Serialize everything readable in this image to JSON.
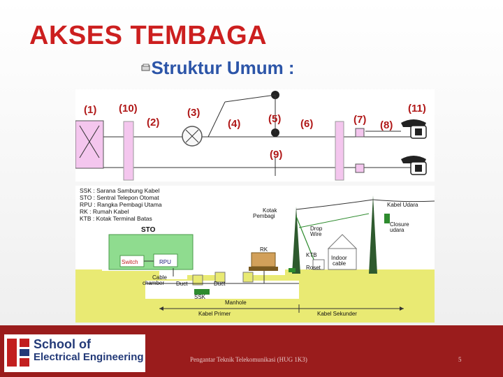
{
  "slide": {
    "title": "AKSES TEMBAGA",
    "subtitle": "Struktur Umum :"
  },
  "diagram_top": {
    "labels": [
      "(1)",
      "(10)",
      "(2)",
      "(3)",
      "(4)",
      "(5)",
      "(6)",
      "(7)",
      "(8)",
      "(11)",
      "(9)"
    ]
  },
  "legend": {
    "lines": [
      "SSK : Sarana Sambung Kabel",
      "STO : Sentral Telepon Otomat",
      "RPU : Rangka Pembagi Utama",
      "RK   : Rumah Kabel",
      "KTB : Kotak Terminal Batas"
    ]
  },
  "diagram_bottom": {
    "sto": "STO",
    "switch": "Switch",
    "rpu": "RPU",
    "cable_chamber": "Cable\nchamber",
    "duct_left": "Duct",
    "duct_right": "Duct",
    "ssk": "SSK",
    "manhole": "Manhole",
    "kotak_pembagi": "Kotak\nPembagi",
    "rk": "RK",
    "drop_wire": "Drop\nWire",
    "ktb": "KTB",
    "roset": "Roset",
    "indoor_cable": "Indoor\ncable",
    "kabel_udara": "Kabel Udara",
    "closure_udara": "Closure\nudara",
    "kabel_primer": "Kabel Primer",
    "kabel_sekunder": "Kabel Sekunder"
  },
  "footer": {
    "logo_line1": "School of",
    "logo_line2": "Electrical Engineering",
    "course": "Pengantar Teknik Telekomunikasi (HUG 1K3)",
    "page": "5"
  },
  "colors": {
    "title": "#cc1f1f",
    "subtitle": "#2c55a8",
    "footer": "#9a1c1c",
    "ground": "#e9ea73",
    "pink": "#f2b8e8",
    "green": "#2e8b2e"
  }
}
